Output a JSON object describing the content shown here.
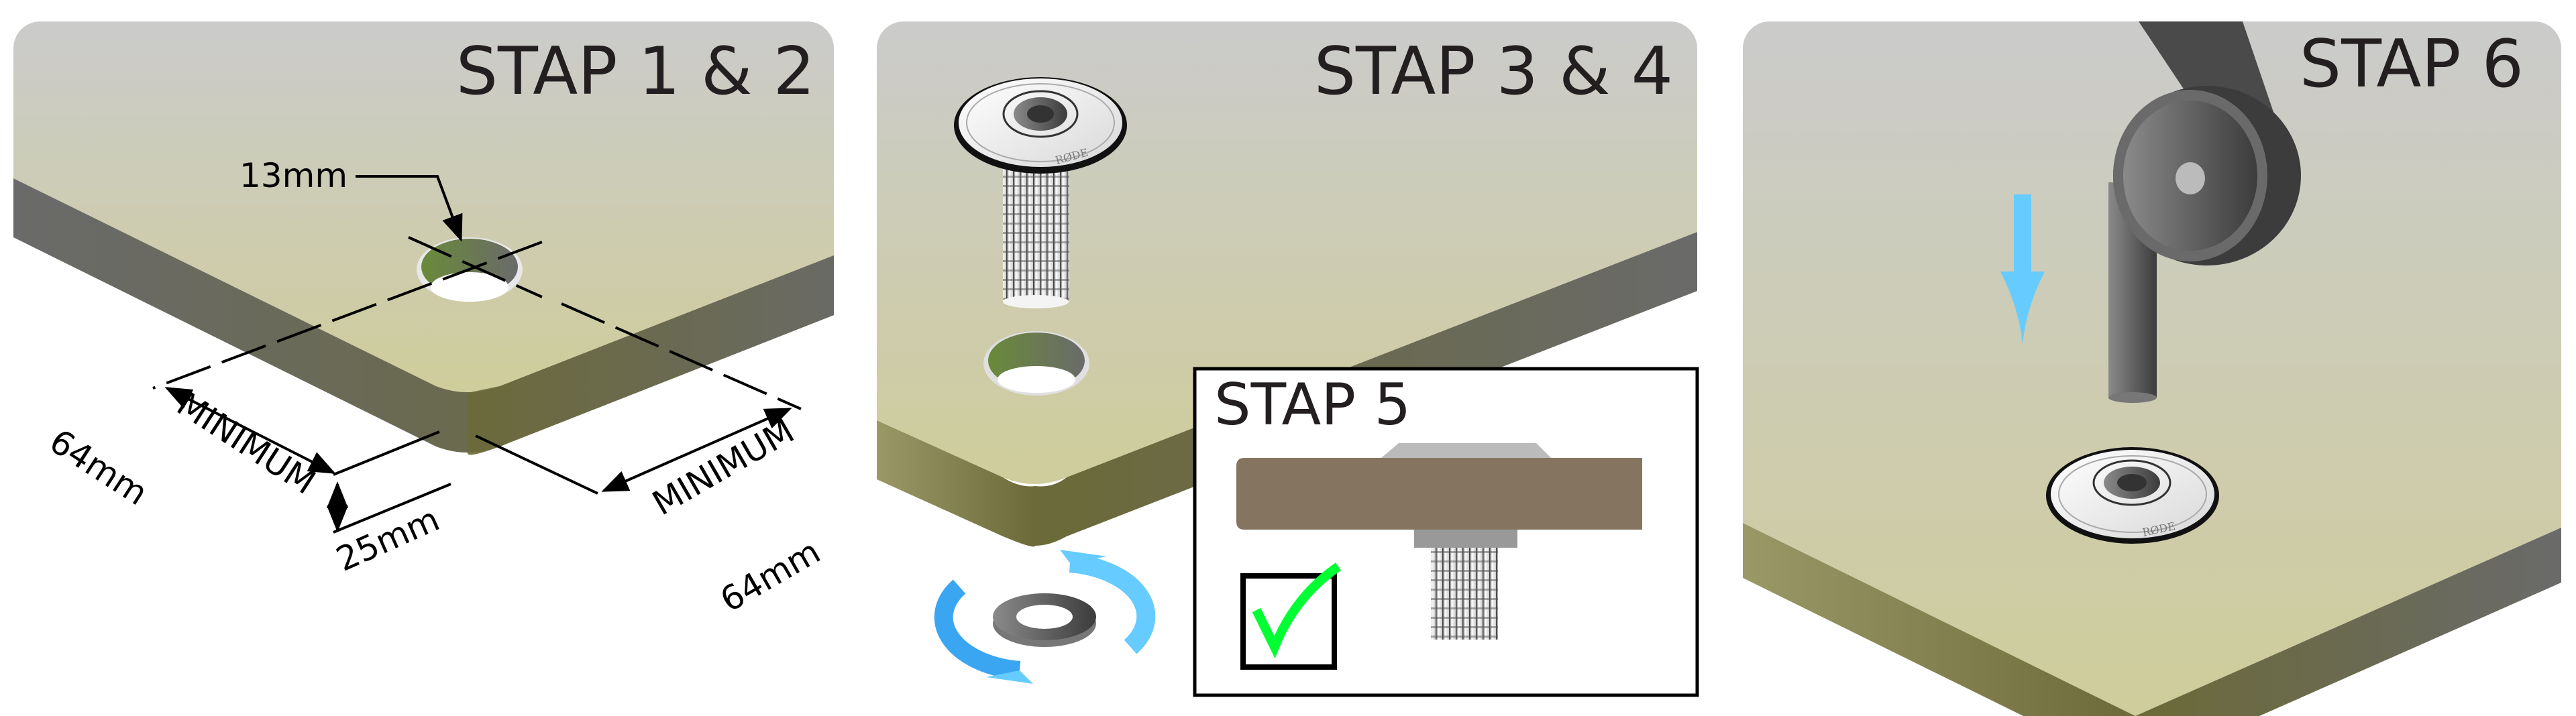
{
  "panels": [
    {
      "title": "STAP 1 & 2",
      "hole_label": "13mm",
      "dim_left": {
        "line1": "MINIMUM",
        "line2": "64mm"
      },
      "dim_right": {
        "line1": "MINIMUM",
        "line2": "64mm"
      },
      "edge_label": "25mm"
    },
    {
      "title": "STAP 3 & 4",
      "brand": "RØDE",
      "inset": {
        "title": "STAP 5",
        "check": "✓"
      }
    },
    {
      "title": "STAP 6",
      "brand": "RØDE"
    }
  ],
  "colors": {
    "board_top": "#cdcd9f",
    "board_edge": "#6b6a38",
    "arrow_blue": "#66ccff",
    "check_green": "#00ff33",
    "desk_brown": "#857560"
  }
}
